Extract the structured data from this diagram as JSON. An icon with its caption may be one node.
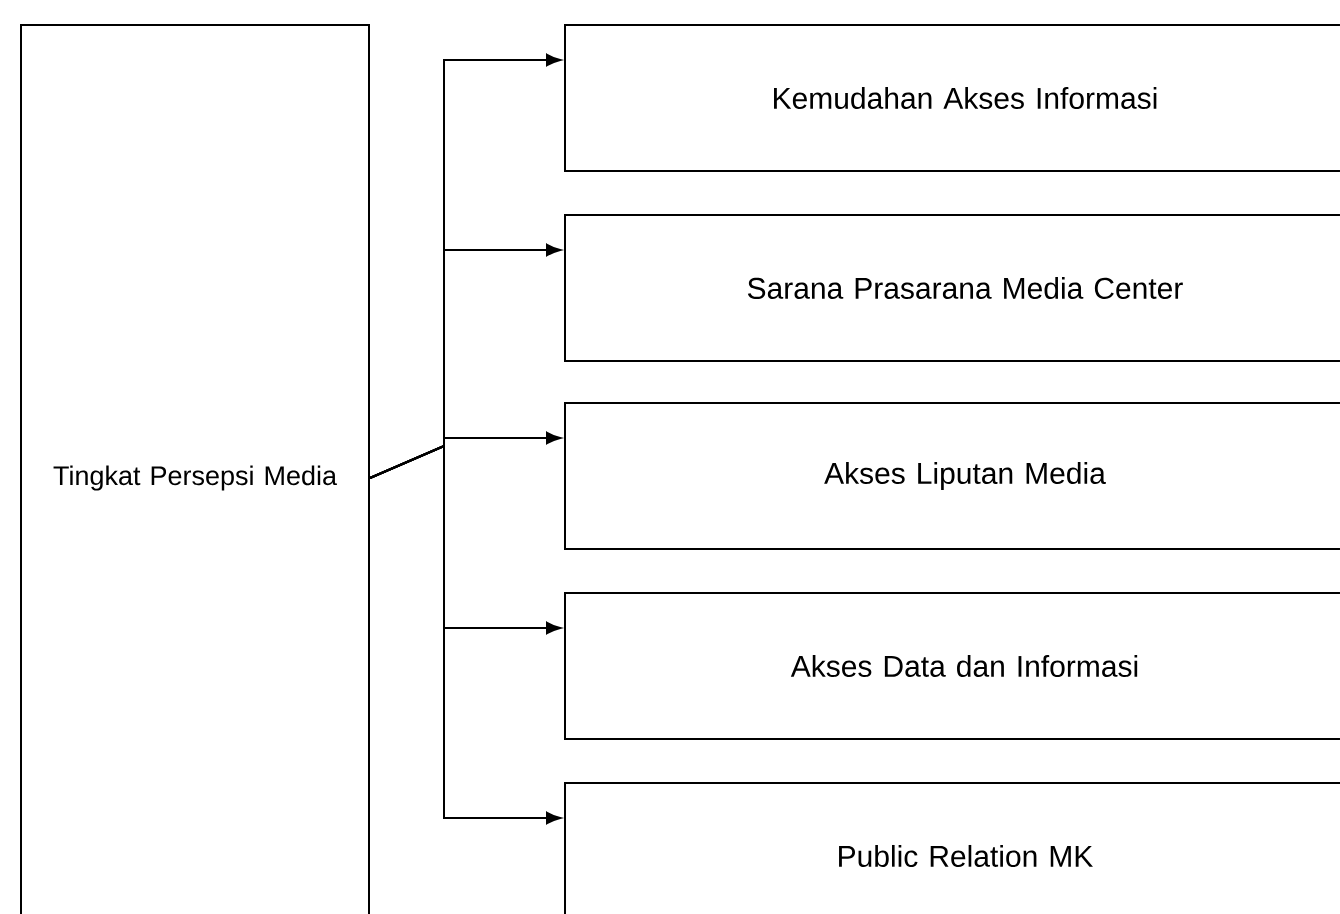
{
  "diagram": {
    "nodes": [
      {
        "text": [
          "Tingkat Persepsi Media"
        ]
      },
      {
        "text": [
          "Kemudahan Akses Informasi"
        ]
      },
      {
        "text": [
          "Sarana Prasarana Media Center"
        ]
      },
      {
        "text": [
          "Akses Liputan Media"
        ]
      },
      {
        "text": [
          "Akses Data dan Informasi"
        ]
      },
      {
        "text": [
          "Public Relation MK"
        ]
      }
    ],
    "edges": [
      {
        "from": 0,
        "to": 1,
        "arrow": "to"
      },
      {
        "from": 0,
        "to": 2,
        "arrow": "to"
      },
      {
        "from": 0,
        "to": 3,
        "arrow": "to"
      },
      {
        "from": 0,
        "to": 4,
        "arrow": "to"
      },
      {
        "from": 0,
        "to": 5,
        "arrow": "to"
      }
    ]
  }
}
